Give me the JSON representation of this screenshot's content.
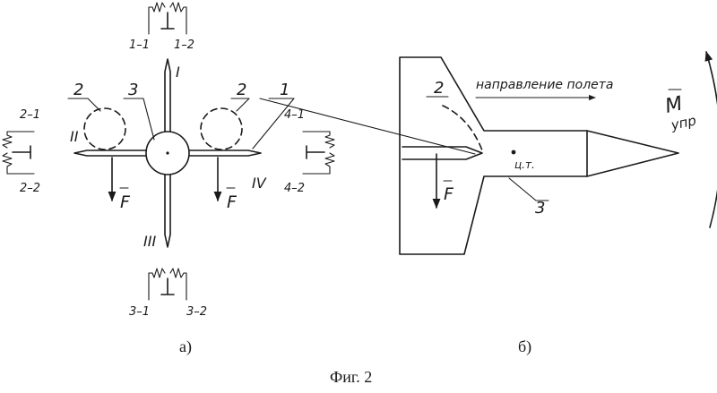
{
  "labels": {
    "l1_1": "1–1",
    "l1_2": "1–2",
    "l2_1": "2–1",
    "l2_2": "2–2",
    "l3_1": "3–1",
    "l3_2": "3–2",
    "l4_1": "4–1",
    "l4_2": "4–2",
    "rom1": "I",
    "rom2": "II",
    "rom3": "III",
    "rom4": "IV",
    "n1": "1",
    "n2a": "2",
    "n2b": "2",
    "n2c": "2",
    "n3a": "3",
    "n3b": "3",
    "force_a1": "F",
    "force_a2": "F",
    "force_b": "F",
    "flight_dir": "направление полета",
    "cg": "ц.т.",
    "moment_m": "M",
    "moment_sub": "упр"
  },
  "captions": {
    "part_a": "а)",
    "part_b": "б)",
    "figure": "Фиг. 2"
  }
}
